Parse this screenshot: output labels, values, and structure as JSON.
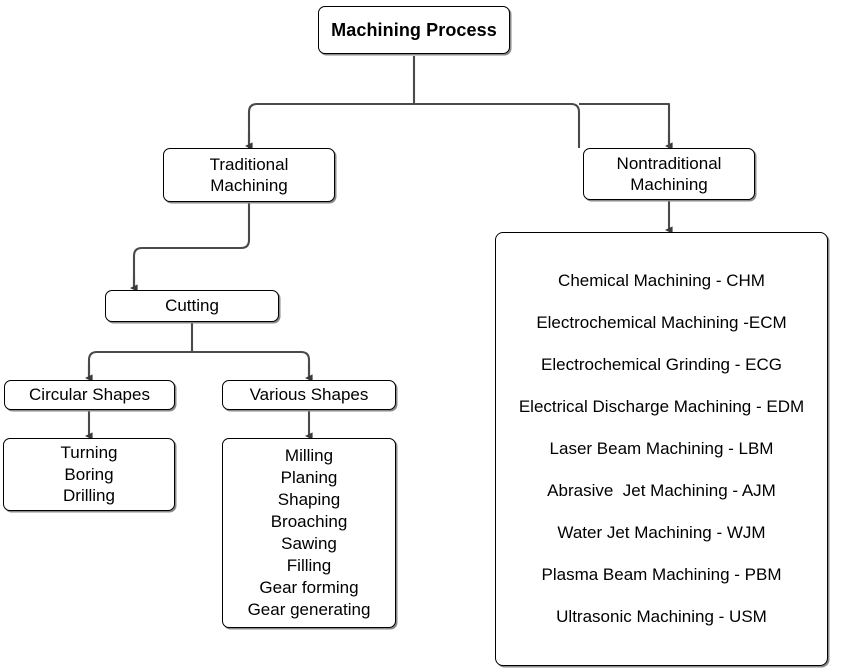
{
  "diagram": {
    "title": "Machining Process",
    "root": {
      "label": "Machining Process"
    },
    "branches": {
      "traditional": {
        "line1": "Traditional",
        "line2": "Machining"
      },
      "nontraditional": {
        "line1": "Nontraditional",
        "line2": "Machining"
      }
    },
    "cutting": {
      "label": "Cutting"
    },
    "categories": {
      "circular": {
        "label": "Circular Shapes"
      },
      "various": {
        "label": "Various Shapes"
      }
    },
    "circular_processes": [
      "Turning",
      "Boring",
      "Drilling"
    ],
    "various_processes": [
      "Milling",
      "Planing",
      "Shaping",
      "Broaching",
      "Sawing",
      "Filling",
      "Gear forming",
      "Gear generating"
    ],
    "nontraditional_processes": [
      "Chemical Machining - CHM",
      "Electrochemical Machining -ECM",
      "Electrochemical Grinding - ECG",
      "Electrical Discharge Machining - EDM",
      "Laser Beam Machining - LBM",
      "Abrasive  Jet Machining - AJM",
      "Water Jet Machining - WJM",
      "Plasma Beam Machining - PBM",
      "Ultrasonic Machining - USM"
    ],
    "colors": {
      "stroke": "#000000",
      "connector": "#4a4a4a",
      "shadow": "#8a8a8a",
      "background": "#ffffff",
      "text": "#000000"
    }
  }
}
